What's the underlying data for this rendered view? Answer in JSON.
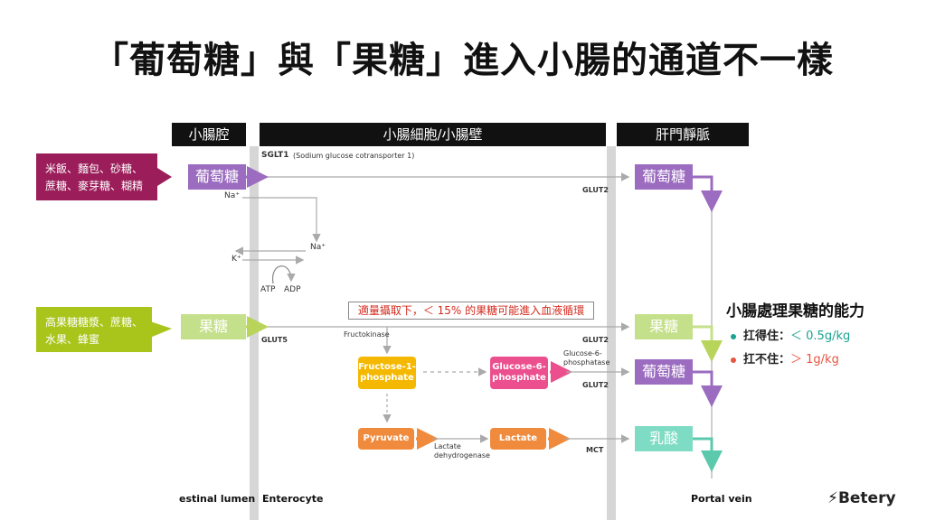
{
  "title": "「葡萄糖」與「果糖」進入小腸的通道不一樣",
  "columns": {
    "lumen": "小腸腔",
    "enterocyte": "小腸細胞/小腸壁",
    "portal": "肝門靜脈"
  },
  "sources": {
    "glucose_foods": "米飯、麵包、砂糖、蔗糖、麥芽糖、糊精",
    "fructose_foods": "高果糖糖漿、蔗糖、水果、蜂蜜"
  },
  "nodes": {
    "glucose_lumen": "葡萄糖",
    "fructose_lumen": "果糖",
    "glucose_portal_top": "葡萄糖",
    "fructose_portal": "果糖",
    "glucose_portal_mid": "葡萄糖",
    "lactate_portal": "乳酸",
    "f1p": "Fructose-1-phosphate",
    "g6p": "Glucose-6-phosphate",
    "pyruvate": "Pyruvate",
    "lactate": "Lactate"
  },
  "labels": {
    "sglt1": "SGLT1",
    "sglt1_full": "(Sodium glucose cotransporter 1)",
    "na1": "Na⁺",
    "na2": "Na⁺",
    "k": "K⁺",
    "atp": "ATP",
    "adp": "ADP",
    "glut2_a": "GLUT2",
    "glut2_b": "GLUT2",
    "glut2_c": "GLUT2",
    "glut5": "GLUT5",
    "fructokinase": "Fructokinase",
    "g6pase": "Glucose-6-phosphatase",
    "ldh": "Lactate dehydrogenase",
    "mct": "MCT"
  },
  "warning": "適量攝取下，＜ 15% 的果糖可能進入血液循環",
  "bottom": {
    "lumen": "estinal lumen",
    "enterocyte": "Enterocyte",
    "portal": "Portal vein"
  },
  "capacity": {
    "title": "小腸處理果糖的能力",
    "ok_label": "扛得住：",
    "ok_value": "＜ 0.5g/kg",
    "bad_label": "扛不住：",
    "bad_value": "＞ 1g/kg"
  },
  "brand": "Betery",
  "colors": {
    "purple": "#9b6cbf",
    "maroon": "#9b1d5a",
    "lime": "#a9c41b",
    "lightgreen": "#c5e08a",
    "yellow": "#f5b800",
    "pink": "#ec4f8e",
    "orange": "#f08a3c",
    "mint": "#7fdcc4",
    "teal": "#1aa391",
    "red": "#e8543f"
  }
}
